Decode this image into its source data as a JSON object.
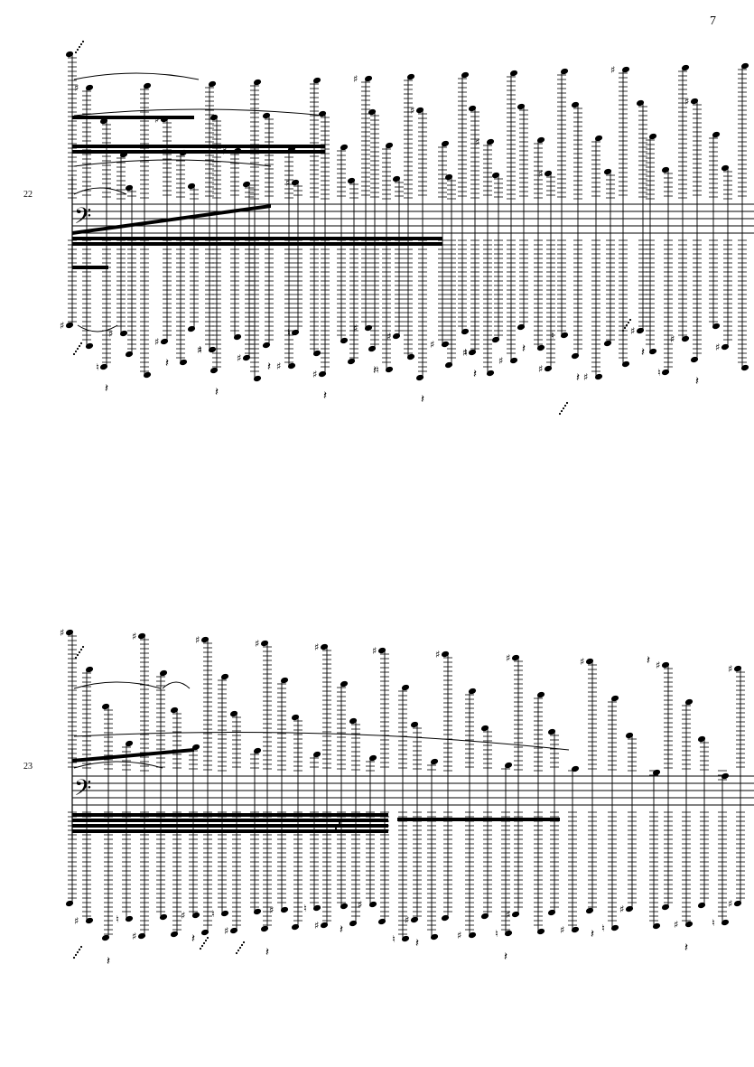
{
  "page": {
    "number": "7"
  },
  "systems": [
    {
      "measure_number": "22",
      "clef": "bass"
    },
    {
      "measure_number": "23",
      "clef": "bass"
    }
  ],
  "colors": {
    "ink": "#000000",
    "paper": "#ffffff"
  }
}
